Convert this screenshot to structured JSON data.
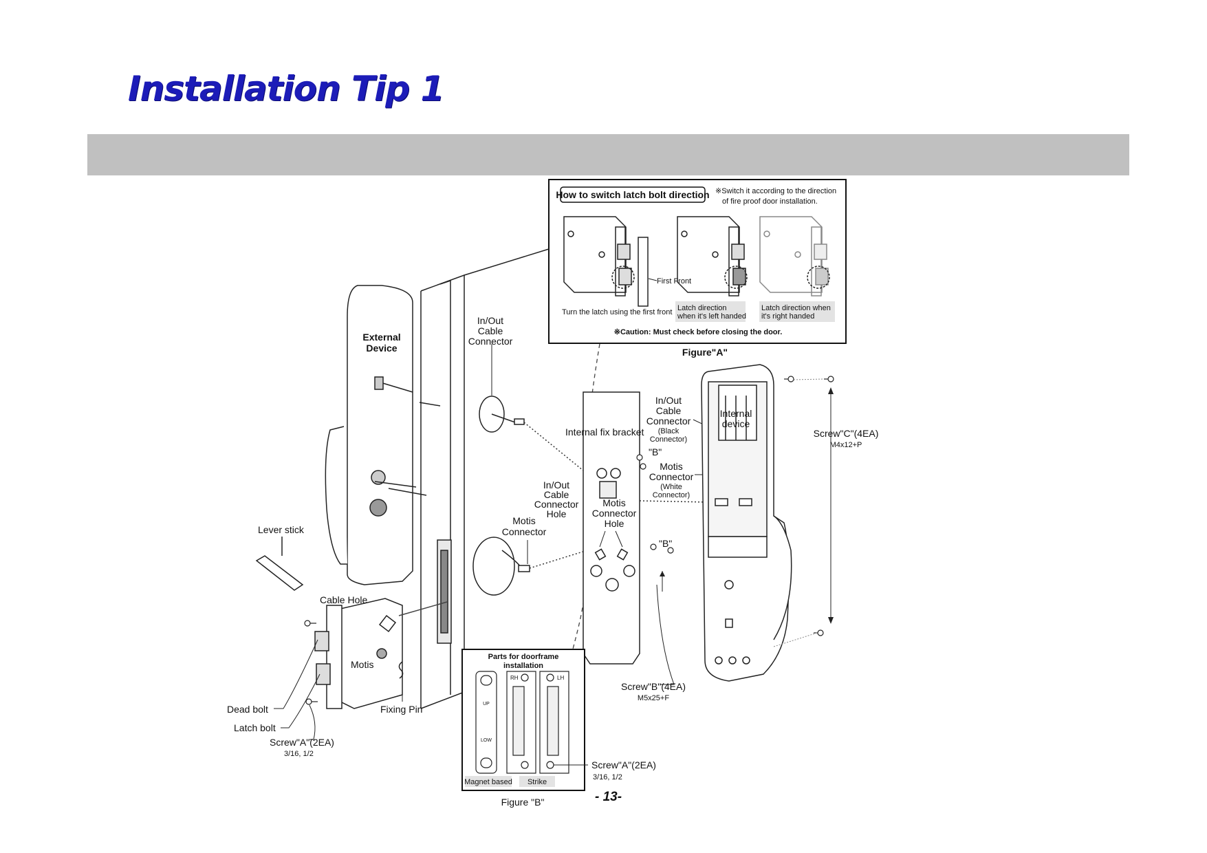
{
  "page": {
    "title": "Installation Tip 1",
    "page_number": "- 13-"
  },
  "figure_a": {
    "heading": "How to switch latch bolt direction",
    "note_line1": "※Switch it according to the direction",
    "note_line2": "of fire proof door installation.",
    "first_front": "First Front",
    "step1": "Turn the latch using the first front",
    "step2_line1": "Latch direction",
    "step2_line2": "when it's left handed",
    "step3_line1": "Latch direction when",
    "step3_line2": "it's right handed",
    "caution": "※Caution: Must check before closing the door.",
    "caption": "Figure\"A\""
  },
  "labels": {
    "external_line1": "External",
    "external_line2": "Device",
    "inout_l1": "In/Out",
    "inout_l2": "Cable",
    "inout_l3": "Connector",
    "internal_fix_bracket": "Internal fix bracket",
    "inout2_l1": "In/Out",
    "inout2_l2": "Cable",
    "inout2_l3": "Connector",
    "black_l1": "(Black",
    "black_l2": "Connector)",
    "internal_l1": "Internal",
    "internal_l2": "device",
    "screw_c": "Screw\"C\"(4EA)",
    "screw_c_spec": "M4x12+P",
    "b_top": "\"B\"",
    "motis_conn_l1": "Motis",
    "motis_conn_l2": "Connector",
    "white_l1": "(White",
    "white_l2": "Connector)",
    "hole_l1": "In/Out",
    "hole_l2": "Cable",
    "hole_l3": "Connector",
    "hole_l4": "Hole",
    "motis_hole_l1": "Motis",
    "motis_hole_l2": "Connector",
    "motis_hole_l3": "Hole",
    "motis_left_l1": "Motis",
    "motis_left_l2": "Connector",
    "b_bottom": "\"B\"",
    "lever_stick": "Lever stick",
    "cable_hole": "Cable Hole",
    "motis": "Motis",
    "dead_bolt": "Dead bolt",
    "latch_bolt": "Latch bolt",
    "screw_a": "Screw\"A\"(2EA)",
    "screw_a_spec": "3/16, 1/2",
    "fixing_pin": "Fixing Pin",
    "screw_b": "Screw\"B\"(4EA)",
    "screw_b_spec": "M5x25+F",
    "screw_a2": "Screw\"A\"(2EA)",
    "screw_a2_spec": "3/16, 1/2"
  },
  "figure_b": {
    "heading_l1": "Parts for doorframe",
    "heading_l2": "installation",
    "up": "UP",
    "low": "LOW",
    "rh": "RH",
    "lh": "LH",
    "magnet": "Magnet based",
    "strike": "Strike",
    "caption": "Figure \"B\""
  }
}
